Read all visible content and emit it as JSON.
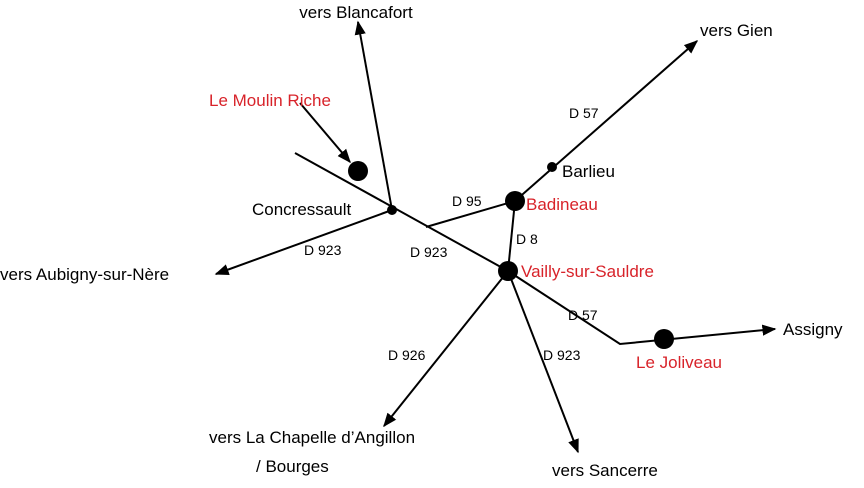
{
  "colors": {
    "line": "#000000",
    "highlight": "#d8232a",
    "text": "#000000"
  },
  "places": {
    "vers_blancafort": "vers Blancafort",
    "vers_gien": "vers Gien",
    "le_moulin_riche": "Le Moulin Riche",
    "barlieu": "Barlieu",
    "concressault": "Concressault",
    "badineau": "Badineau",
    "vers_aubigny": "vers Aubigny-sur-Nère",
    "vailly": "Vailly-sur-Sauldre",
    "assigny": "Assigny",
    "le_joliveau": "Le Joliveau",
    "vers_la_chapelle": "vers La Chapelle d’Angillon",
    "bourges": "/ Bourges",
    "vers_sancerre": "vers Sancerre"
  },
  "roads": {
    "d57_north": "D 57",
    "d95": "D 95",
    "d8": "D 8",
    "d923_west": "D 923",
    "d923_mid": "D 923",
    "d57_east": "D 57",
    "d926": "D 926",
    "d923_south": "D 923"
  }
}
